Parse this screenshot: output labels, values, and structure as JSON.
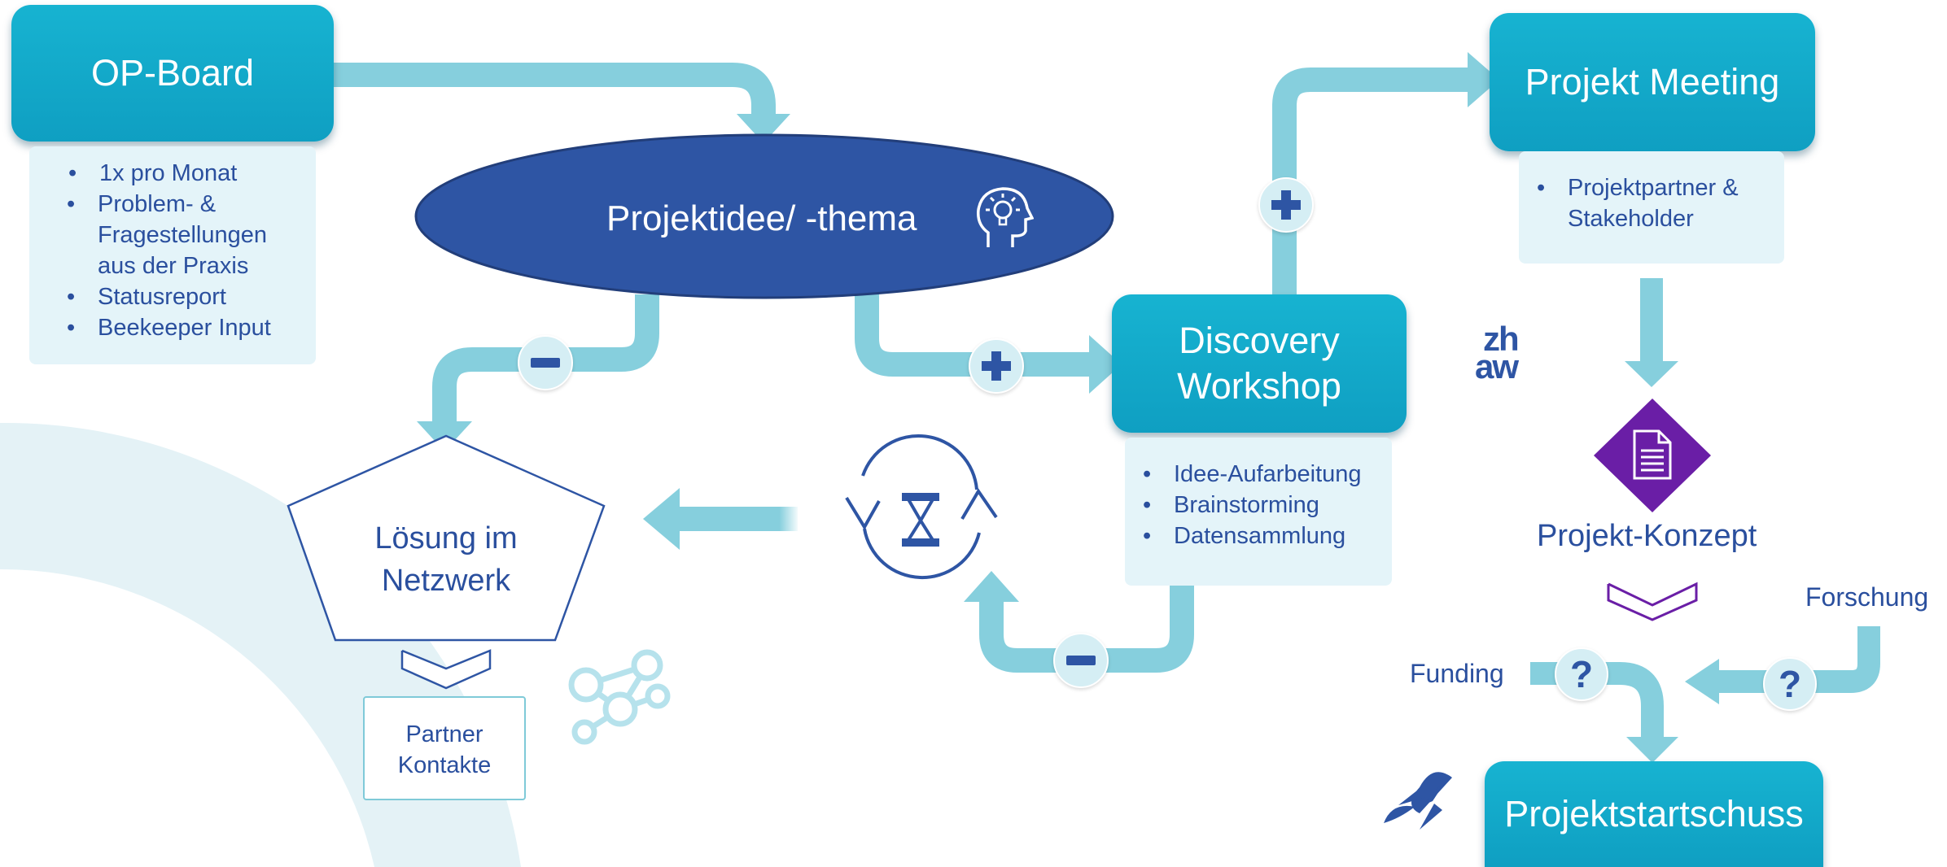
{
  "op_board": {
    "title": "OP-Board",
    "bullets": [
      "1x pro Monat",
      "Problem- &",
      "Fragestellungen",
      "aus der Praxis",
      "Statusreport",
      "Beekeeper Input"
    ]
  },
  "projektidee": {
    "title": "Projektidee/ -thema",
    "icon": "lightbulb-head-icon"
  },
  "discovery": {
    "title_line1": "Discovery",
    "title_line2": "Workshop",
    "bullets": [
      "Idee-Aufarbeitung",
      "Brainstorming",
      "Datensammlung"
    ]
  },
  "projekt_meeting": {
    "title": "Projekt Meeting",
    "bullets": [
      "Projektpartner &",
      "Stakeholder"
    ]
  },
  "loesung": {
    "line1": "Lösung im",
    "line2": "Netzwerk"
  },
  "partner": {
    "line1": "Partner",
    "line2": "Kontakte"
  },
  "logo": {
    "line1": "zh",
    "line2": "aw"
  },
  "projekt_konzept": {
    "title": "Projekt-Konzept",
    "icon": "document-icon"
  },
  "forschung": "Forschung",
  "funding": "Funding",
  "projektstartschuss": "Projektstartschuss",
  "colors": {
    "teal": "#17b3d1",
    "arrow": "#86cfdd",
    "navy": "#2e55a4",
    "text": "#2a4f9e",
    "purple": "#6a1ea6",
    "note": "#e4f4f9"
  }
}
